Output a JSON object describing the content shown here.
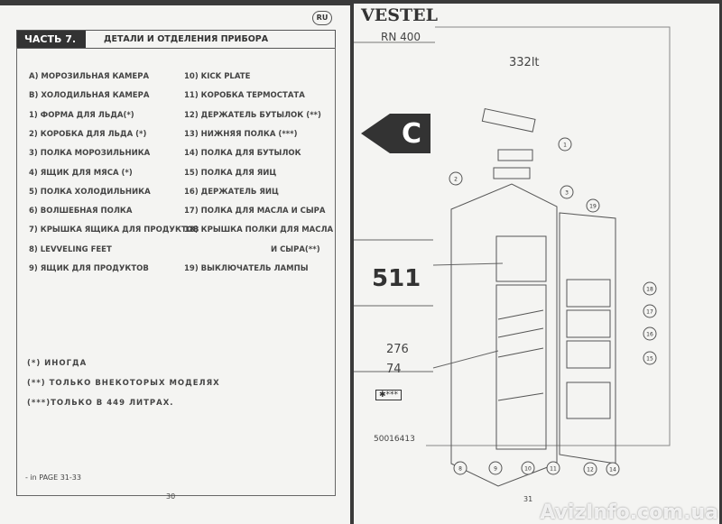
{
  "left_page": {
    "section_tag": "ЧАСТЬ 7.",
    "section_title": "ДЕТАЛИ И ОТДЕЛЕНИЯ ПРИБОРА",
    "lang_badge": "RU",
    "col1": [
      "A) МОРОЗИЛЬНАЯ КАМЕРА",
      "B) ХОЛОДИЛЬНАЯ КАМЕРА",
      "1) ФОРМА ДЛЯ ЛЬДА(*)",
      "2) КОРОБКА ДЛЯ ЛЬДА (*)",
      "3) ПОЛКА МОРОЗИЛЬНИКА",
      "4) ЯЩИК ДЛЯ МЯСА (*)",
      "5) ПОЛКА ХОЛОДИЛЬНИКА",
      "6) ВОЛШЕБНАЯ ПОЛКА",
      "7) КРЫШКА ЯЩИКА ДЛЯ ПРОДУКТОВ",
      "8) LEVVELING FEET",
      "9)  ЯЩИК ДЛЯ ПРОДУКТОВ"
    ],
    "col2": [
      "10) KICK PLATE",
      "11) КОРОБКА ТЕРМОСТАТА",
      "12) ДЕРЖАТЕЛЬ БУТЫЛОК (**)",
      "13) НИЖНЯЯ ПОЛКА (***)",
      "14) ПОЛКА ДЛЯ БУТЫЛОК",
      "15) ПОЛКА ДЛЯ ЯИЦ",
      "16) ДЕРЖАТЕЛЬ ЯИЦ",
      "17) ПОЛКА ДЛЯ МАСЛА И СЫРА",
      "18) КРЫШКА ПОЛКИ ДЛЯ МАСЛА",
      "И СЫРА(**)",
      "19) ВЫКЛЮЧАТЕЛЬ ЛАМПЫ"
    ],
    "notes": [
      "(*)    ИНОГДА",
      "(**) ТОЛЬКО ВНЕКОТОРЫХ МОДЕЛЯХ",
      "(***)ТОЛЬКО В 449 ЛИТРАХ."
    ],
    "footer_ref": "- in PAGE 31-33",
    "page_number": "30"
  },
  "right_page": {
    "brand": "VESTEL",
    "model": "RN 400",
    "volume": "332lt",
    "energy_class": "C",
    "energy_value": "511",
    "value_1": "276",
    "value_2": "74",
    "star_rating": "✱***",
    "code": "50016413",
    "page_number": "31",
    "callouts": [
      "1",
      "2",
      "3",
      "19",
      "18",
      "17",
      "16",
      "15",
      "8",
      "9",
      "10",
      "11",
      "12",
      "14"
    ]
  },
  "watermark": "AvizInfo.com.ua"
}
